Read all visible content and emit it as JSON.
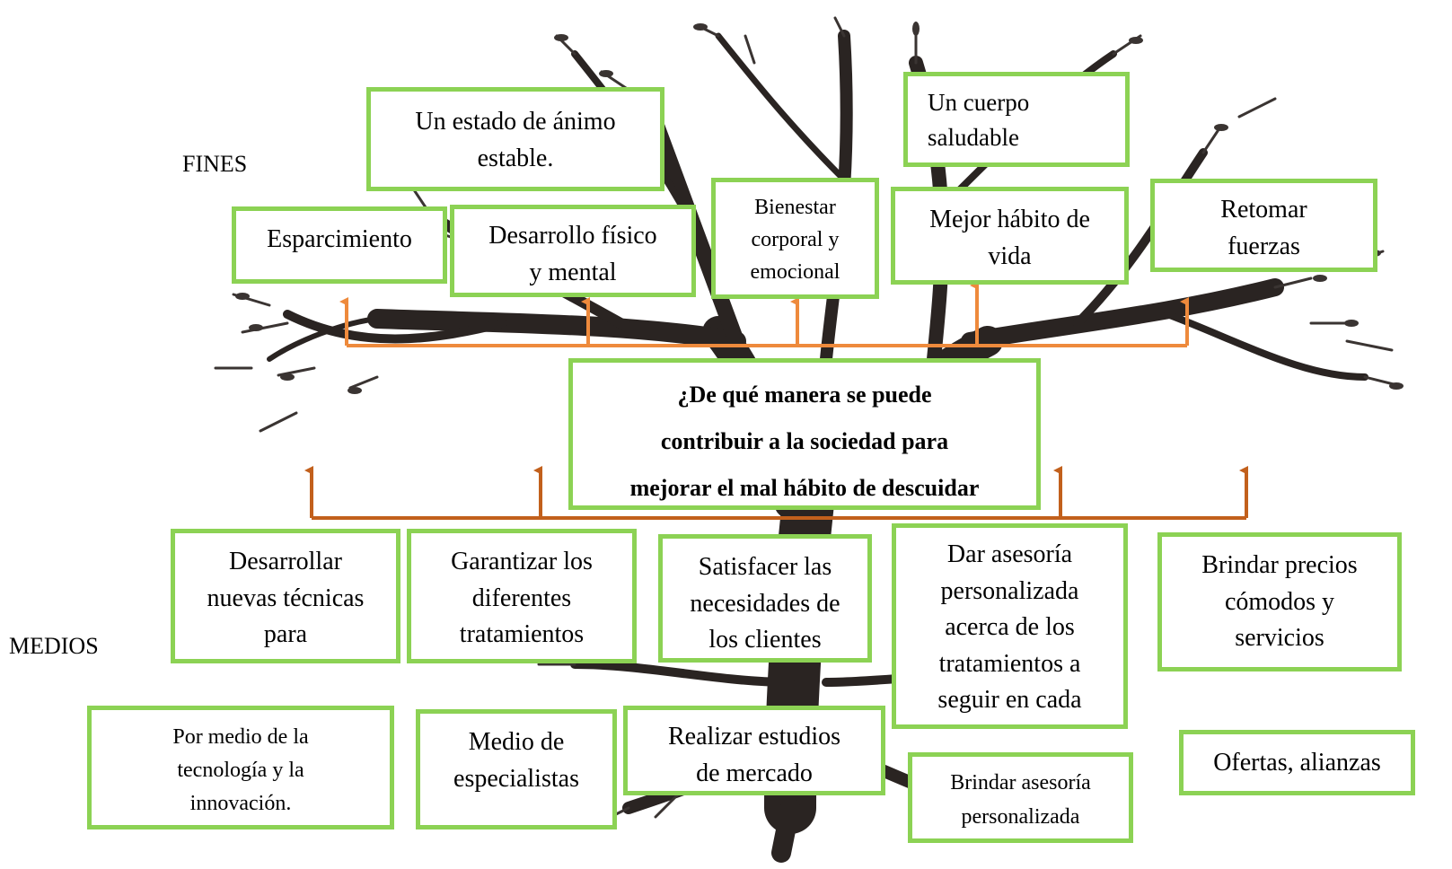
{
  "labels": {
    "ends": "FINES",
    "means": "MEDIOS"
  },
  "central_question": {
    "line1": "¿De qué manera se puede",
    "line2": "contribuir a la sociedad para",
    "line3": "mejorar el mal hábito de descuidar"
  },
  "ends": [
    {
      "line1": "Un estado de ánimo",
      "line2": "estable."
    },
    {
      "line1": "Un cuerpo",
      "line2": "saludable"
    },
    {
      "line1": "Esparcimiento"
    },
    {
      "line1": "Desarrollo físico",
      "line2": "y mental"
    },
    {
      "line1": "Bienestar",
      "line2": "corporal y",
      "line3": "emocional"
    },
    {
      "line1": "Mejor hábito de",
      "line2": "vida"
    },
    {
      "line1": "Retomar",
      "line2": "fuerzas"
    }
  ],
  "means": [
    {
      "line1": "Desarrollar",
      "line2": "nuevas técnicas",
      "line3": "para"
    },
    {
      "line1": "Garantizar los",
      "line2": "diferentes",
      "line3": "tratamientos"
    },
    {
      "line1": "Satisfacer las",
      "line2": "necesidades de",
      "line3": "los clientes"
    },
    {
      "line1": "Dar asesoría",
      "line2": "personalizada",
      "line3": "acerca de los",
      "line4": "tratamientos a",
      "line5": "seguir en cada"
    },
    {
      "line1": "Brindar precios",
      "line2": "cómodos y",
      "line3": "servicios"
    },
    {
      "line1": "Por medio de la",
      "line2": "tecnología y la",
      "line3": "innovación."
    },
    {
      "line1": "Medio de",
      "line2": "especialistas"
    },
    {
      "line1": "Realizar estudios",
      "line2": "de mercado"
    },
    {
      "line1": "Brindar asesoría",
      "line2": "personalizada"
    },
    {
      "line1": "Ofertas, alianzas"
    }
  ],
  "colors": {
    "box_border": "#8cd254",
    "ends_arrow": "#ee8a3c",
    "means_arrow": "#c2601c",
    "tree": "#2a2422"
  }
}
